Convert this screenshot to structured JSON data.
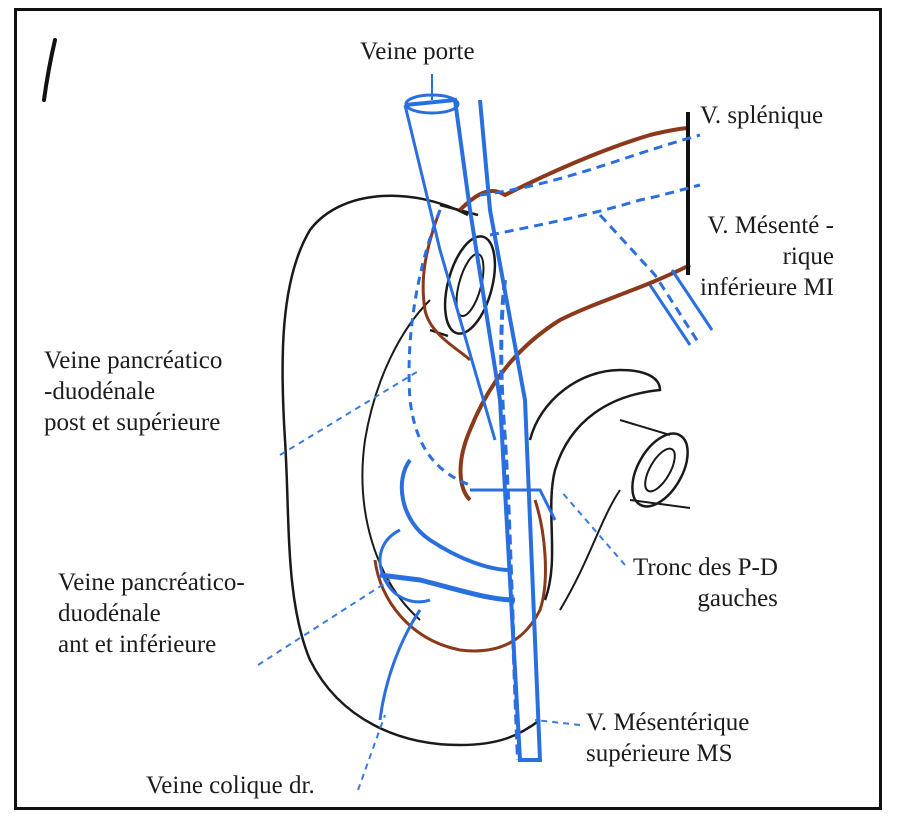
{
  "colors": {
    "vein": "#2a6fe0",
    "vein_light": "#5f9fe8",
    "pancreas": "#8a3a1a",
    "outline": "#1a1a1a"
  },
  "labels": {
    "veine_porte": "Veine porte",
    "v_splenique": "V. splénique",
    "v_mesenterique_inf": [
      "V. Mésenté -",
      "rique",
      "inférieure MI"
    ],
    "veine_pd_post_sup": [
      "Veine pancréatico",
      "-duodénale",
      "post et supérieure"
    ],
    "tronc_pd_gauches": [
      "Tronc des P-D",
      "gauches"
    ],
    "veine_pd_ant_inf": [
      "Veine pancréatico-",
      "duodénale",
      "ant et inférieure"
    ],
    "v_mesenterique_sup": [
      "V. Mésentérique",
      "supérieure MS"
    ],
    "veine_colique_dr": "Veine colique dr."
  }
}
